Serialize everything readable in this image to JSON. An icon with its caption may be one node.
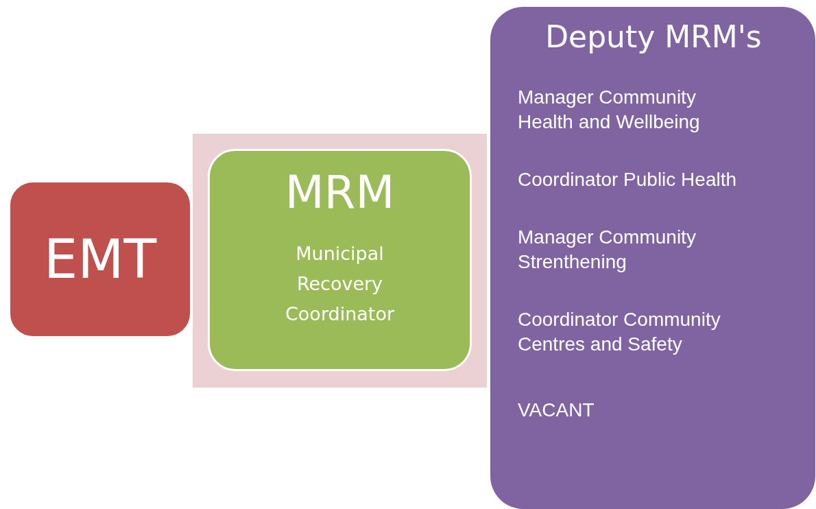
{
  "diagram": {
    "nodes": [
      {
        "text": [],
        "shape": "box"
      },
      {
        "text": [
          "EMT"
        ]
      },
      {
        "text": [
          "MRM",
          "Municipal Recovery Coordinator"
        ],
        "in": 0
      },
      {
        "text": [
          "Deputy MRM's",
          "Manager Community Health and Wellbeing",
          "Coordinator Public Health",
          "Manager Community Strenthening",
          "Coordinator Community Centres and Safety",
          "VACANT"
        ]
      }
    ],
    "edges": []
  }
}
